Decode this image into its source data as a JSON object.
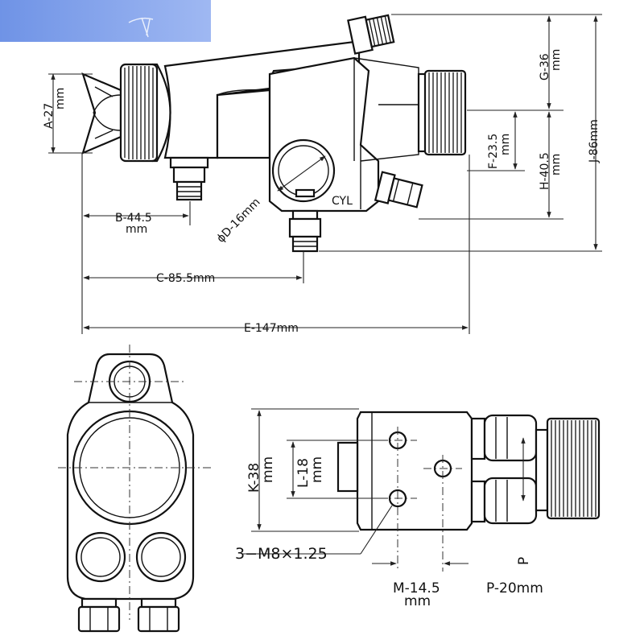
{
  "dimensions": {
    "a": {
      "line1": "A-27",
      "line2": "mm"
    },
    "b": {
      "line1": "B-44.5",
      "line2": "mm"
    },
    "c": "C-85.5mm",
    "d": "ϕD-16mm",
    "e": "E-147mm",
    "f": {
      "line1": "F-23.5",
      "line2": "mm"
    },
    "g": {
      "line1": "G-36",
      "line2": "mm"
    },
    "h": {
      "line1": "H-40.5",
      "line2": "mm"
    },
    "j": "J-86mm",
    "k": {
      "line1": "K-38",
      "line2": "mm"
    },
    "l": {
      "line1": "L-18",
      "line2": "mm"
    },
    "m": {
      "line1": "M-14.5",
      "line2": "mm"
    },
    "p": "P-20mm",
    "p_marker": "P",
    "thread": "3−M8×1.25",
    "port": "CYL"
  },
  "colors": {
    "line": "#111111",
    "watermark": "#7b9ce8"
  }
}
